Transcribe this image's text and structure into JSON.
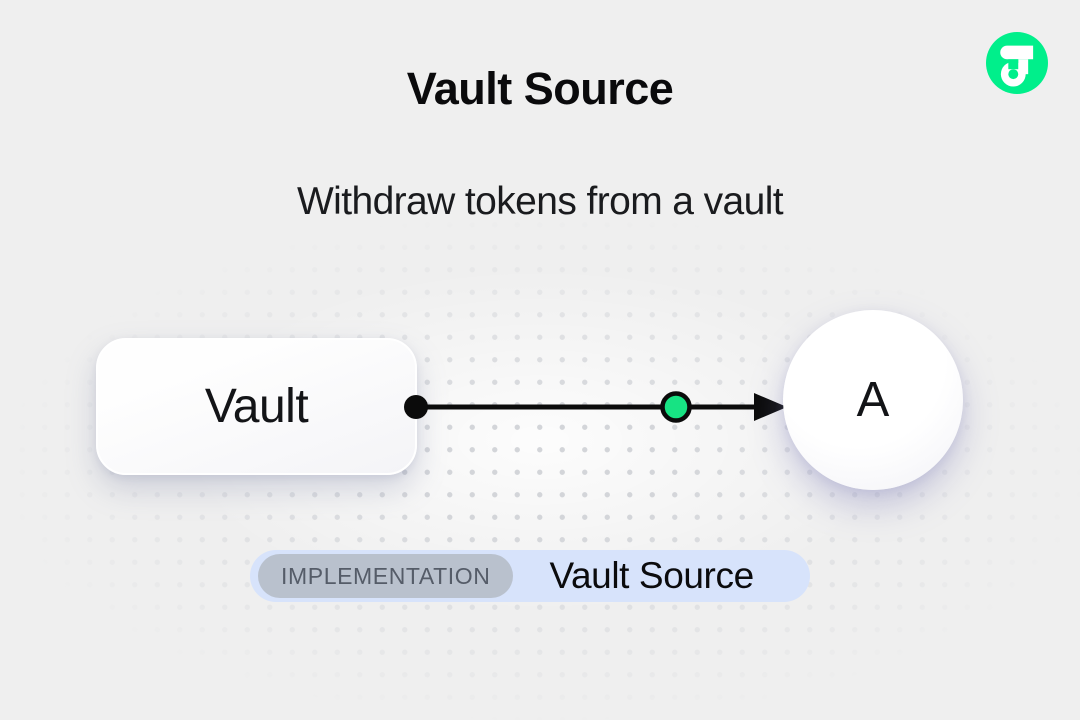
{
  "header": {
    "title": "Vault Source",
    "subtitle": "Withdraw tokens from a vault"
  },
  "logo": {
    "name": "Flow",
    "color": "#00EF8B"
  },
  "diagram": {
    "vault_node": {
      "label": "Vault"
    },
    "account_node": {
      "label": "A"
    },
    "edge": {
      "from": "Vault",
      "to": "A",
      "token_color": "#17E383",
      "line_color": "#0b0b0b"
    }
  },
  "badge": {
    "tag": "IMPLEMENTATION",
    "label": "Vault Source"
  },
  "colors": {
    "background": "#EFEFEF",
    "dot_grid": "#D3D5D9",
    "flow_green": "#00EF8B",
    "token_green": "#17E383",
    "badge_background": "#D7E3FB",
    "tag_background": "#B9C1CD",
    "tag_text": "#555C68",
    "text": "#0A0A0C"
  }
}
